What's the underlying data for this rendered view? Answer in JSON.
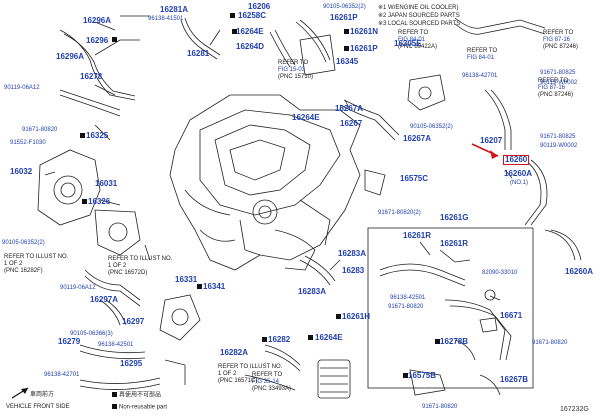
{
  "notes": {
    "n1": "※1 W/ENGINE OIL COOLER)",
    "n2": "※2 JAPAN SOURCED PARTS",
    "n3": "※3 LOCAL SOURCED PARTS"
  },
  "refs": [
    {
      "id": "r1",
      "l1": "REFER TO",
      "fig": "FIG 84-01",
      "l3": "(PNC 89422A)"
    },
    {
      "id": "r2",
      "l1": "REFER TO",
      "fig": "FIG 87-16",
      "l3": "(PNC 87246)"
    },
    {
      "id": "r3",
      "l1": "REFER TO",
      "fig": "FIG 15-03",
      "l3": "(PNC 15710)"
    },
    {
      "id": "r4",
      "l1": "REFER TO",
      "fig": "FIG 84-01",
      "l3": ""
    },
    {
      "id": "r5",
      "l1": "REFER TO",
      "fig": "FIG 87-16",
      "l3": "(PNC 87246)"
    },
    {
      "id": "r6",
      "l1": "REFER TO",
      "fig": "FIG 35-14",
      "l3": "(PNC 33493A)"
    },
    {
      "id": "r7",
      "l1": "REFER TO ILLUST NO.",
      "fig": "1 OF 2",
      "l3": "(PNC 16282F)"
    },
    {
      "id": "r8",
      "l1": "REFER TO ILLUST NO.",
      "fig": "1 OF 2",
      "l3": "(PNC 16572D)"
    },
    {
      "id": "r9",
      "l1": "REFER TO ILLUST NO.",
      "fig": "1 OF 2",
      "l3": "(PNC 16571C)"
    }
  ],
  "labels": {
    "p16296A_top": "16296A",
    "p16281A": "16281A",
    "p16206": "16206",
    "p90105_06352": "90105-06352(2)",
    "p16258C": "16258C",
    "p96138_41501_a": "96138-41501",
    "p16296": "16296",
    "p16264E_a": "16264E",
    "p16261N": "16261N",
    "p16264D": "16264D",
    "p16261P": "16261P",
    "p16261P_2": "16261P",
    "p16296A": "16296A",
    "p16278": "16278",
    "p16281": "16281",
    "p16264E_b": "16264E",
    "p16345": "16345",
    "p16305E": "16305E",
    "p96138_42701_a": "96138-42701",
    "p91671_80825_a": "91671-80825",
    "p90119_W0002_a": "90119-W0002",
    "p90119_06A12_a": "90119-06A12",
    "p91671_80820_a": "91671-80820",
    "p16325": "16325",
    "p91552_F1030": "91552-F1030",
    "p16267A_a": "16267A",
    "p16267": "16267",
    "p90105_06352_b": "90105-06352(2)",
    "p16267A_b": "16267A",
    "p16207": "16207",
    "p91671_80825_b": "91671-80825",
    "p90119_W0002_b": "90119-W0002",
    "p16032": "16032",
    "p16031": "16031",
    "p16326": "16326",
    "p16575C": "16575C",
    "p16260": "16260",
    "p16260A_no1": "16260A",
    "no1": "(NO.1)",
    "p91671_80820_b": "91671-80820(2)",
    "p16261G": "16261G",
    "p90105_06352_c": "90105-06352(2)",
    "p16283A_a": "16283A",
    "p16261R": "16261R",
    "p16261R_2": "16261R",
    "p16283": "16283",
    "p16331": "16331",
    "p16341": "16341",
    "p90119_06A12_b": "90119-06A12",
    "p16297A": "16297A",
    "p82090_33010": "82090-33010",
    "p16260A_b": "16260A",
    "p16283A_b": "16283A",
    "p96138_42501_a": "96138-42501",
    "p91671_80820_c": "91671-80820",
    "p16297": "16297",
    "p90105_06366": "90105-06366(3)",
    "p16279": "16279",
    "p96138_42501_b": "96138-42501",
    "p16261H": "16261H",
    "p16671": "16671",
    "p16278B": "16278B",
    "p16282": "16282",
    "p16282A": "16282A",
    "p16295": "16295",
    "p91671_80820_d": "91671-80820",
    "p96138_42701_b": "96138-42701",
    "p16575B": "16575B",
    "p16267B": "16267B",
    "p91671_80820_e": "91671-80820",
    "p16264E_c": "16264E"
  },
  "legend": {
    "front": "車両前方",
    "front_en": "VEHICLE FRONT SIDE",
    "nonreuse": "再使用不可部品",
    "nonreuse_en": "Non-reusable part"
  },
  "code": "167232G",
  "colors": {
    "label": "#1f3fb0",
    "line": "#222222",
    "highlight": "#d0161c"
  }
}
